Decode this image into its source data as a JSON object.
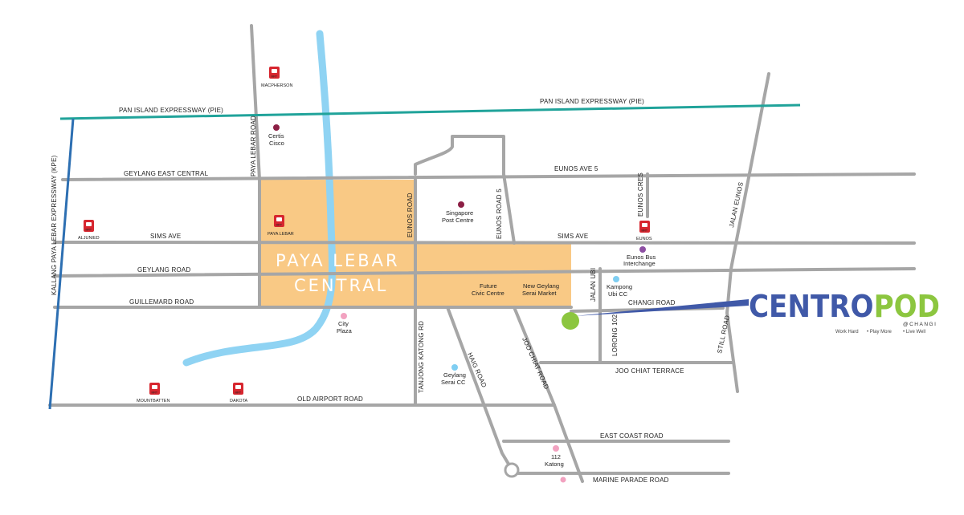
{
  "colors": {
    "road": "#a6a6a6",
    "expressway_pie": "#20a39a",
    "expressway_kpe": "#2d6fb2",
    "river": "#8fd3f3",
    "district_fill": "#f9c985",
    "mrt_red": "#d7262f",
    "poi_maroon": "#8c1f45",
    "poi_blue": "#7fcef2",
    "poi_purple": "#8d4fa3",
    "poi_pink": "#f2a2c0",
    "site_green": "#8cc63f",
    "pointer_blue": "#4059a8",
    "brand_blue": "#4059a8",
    "brand_green": "#8cc63f"
  },
  "roads": {
    "pie": "PAN ISLAND EXPRESSWAY (PIE)",
    "kpe": "KALLANG PAYA LEBAR EXPRESSWAY (KPE)",
    "geylang_east_central": "GEYLANG EAST CENTRAL",
    "eunos_ave_5": "EUNOS AVE 5",
    "sims_ave": "SIMS AVE",
    "geylang_road": "GEYLANG ROAD",
    "guillemard_road": "GUILLEMARD ROAD",
    "changi_road": "CHANGI ROAD",
    "old_airport_road": "OLD AIRPORT ROAD",
    "joo_chiat_terrace": "JOO CHIAT TERRACE",
    "east_coast_road": "EAST COAST ROAD",
    "marine_parade_road": "MARINE PARADE ROAD",
    "paya_lebar_road": "PAYA LEBAR ROAD",
    "eunos_road": "EUNOS ROAD",
    "eunos_road_5": "EUNOS ROAD 5",
    "eunos_cres": "EUNOS CRES",
    "jalan_eunos": "JALAN EUNOS",
    "jalan_ubi": "JALAN UBI",
    "lorong_102": "LORONG 102",
    "still_road": "STILL ROAD",
    "tanjong_katong_rd": "TANJONG KATONG RD",
    "haig_road": "HAIG ROAD",
    "joo_chiat_road": "JOO CHIAT ROAD"
  },
  "mrt_badge": "MRT",
  "mrt": {
    "macpherson": "MACPHERSON",
    "aljunied": "ALJUNIED",
    "paya_lebar": "PAYA LEBAR",
    "eunos": "EUNOS",
    "mountbatten": "MOUNTBATTEN",
    "dakota": "DAKOTA"
  },
  "places": {
    "certis_1": "Certis",
    "certis_2": "Cisco",
    "spc_1": "Singapore",
    "spc_2": "Post Centre",
    "bus_1": "Eunos Bus",
    "bus_2": "Interchange",
    "kubi_1": "Kampong",
    "kubi_2": "Ubi CC",
    "civic_1": "Future",
    "civic_2": "Civic Centre",
    "serai_1": "New Geylang",
    "serai_2": "Serai Market",
    "city_1": "City",
    "city_2": "Plaza",
    "gscc_1": "Geylang",
    "gscc_2": "Serai CC",
    "katong_1": "112",
    "katong_2": "Katong"
  },
  "district": {
    "line1": "PAYA LEBAR",
    "line2": "CENTRAL"
  },
  "brand": {
    "name_part1": "CENTRO",
    "name_part2": "POD",
    "suffix": "@CHANGI",
    "tag1": "Work Hard",
    "tag2": "• Play More",
    "tag3": "• Live Well"
  }
}
